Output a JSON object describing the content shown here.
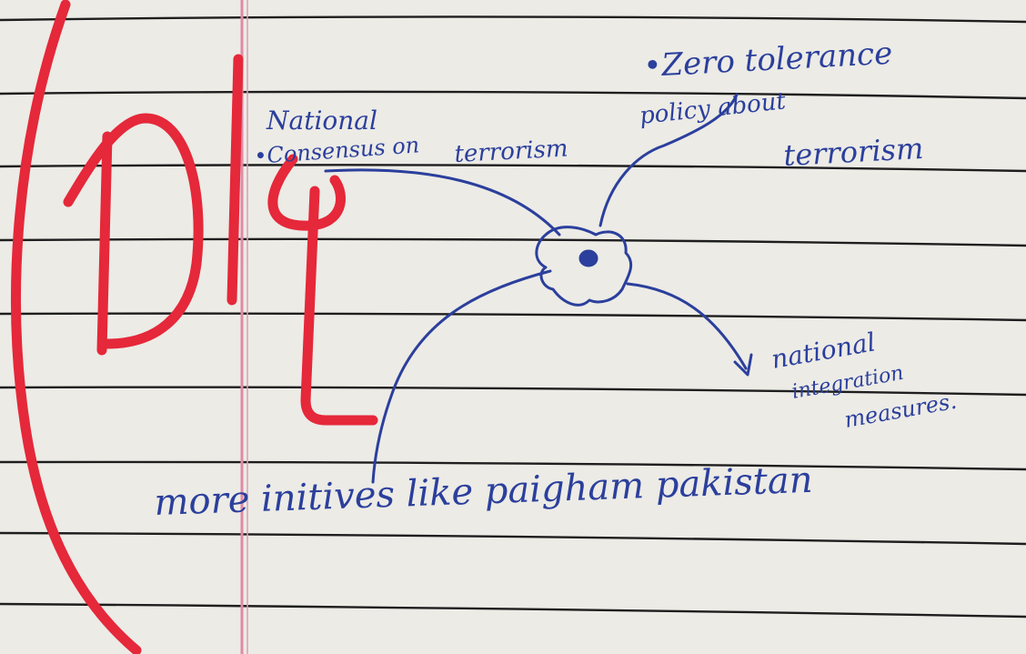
{
  "notebook": {
    "ink_color": "#2b3f9c",
    "red_pen_color": "#e5283a",
    "paper_color": "#ecebe6",
    "rule_color": "#1e1e1e",
    "margin_line_color": "#e08aa6"
  },
  "margin_mark": {
    "label": "D4"
  },
  "mind_map": {
    "center_icon": "pakistan-map-icon",
    "nodes": [
      {
        "lines": [
          "National",
          "•Consensus on",
          "terrorism"
        ]
      },
      {
        "lines": [
          "•Zero tolerance",
          "policy about",
          "terrorism"
        ]
      },
      {
        "lines": [
          "national",
          "integration",
          "measures."
        ]
      }
    ],
    "bottom_line": "more initives like paigham pakistan"
  }
}
